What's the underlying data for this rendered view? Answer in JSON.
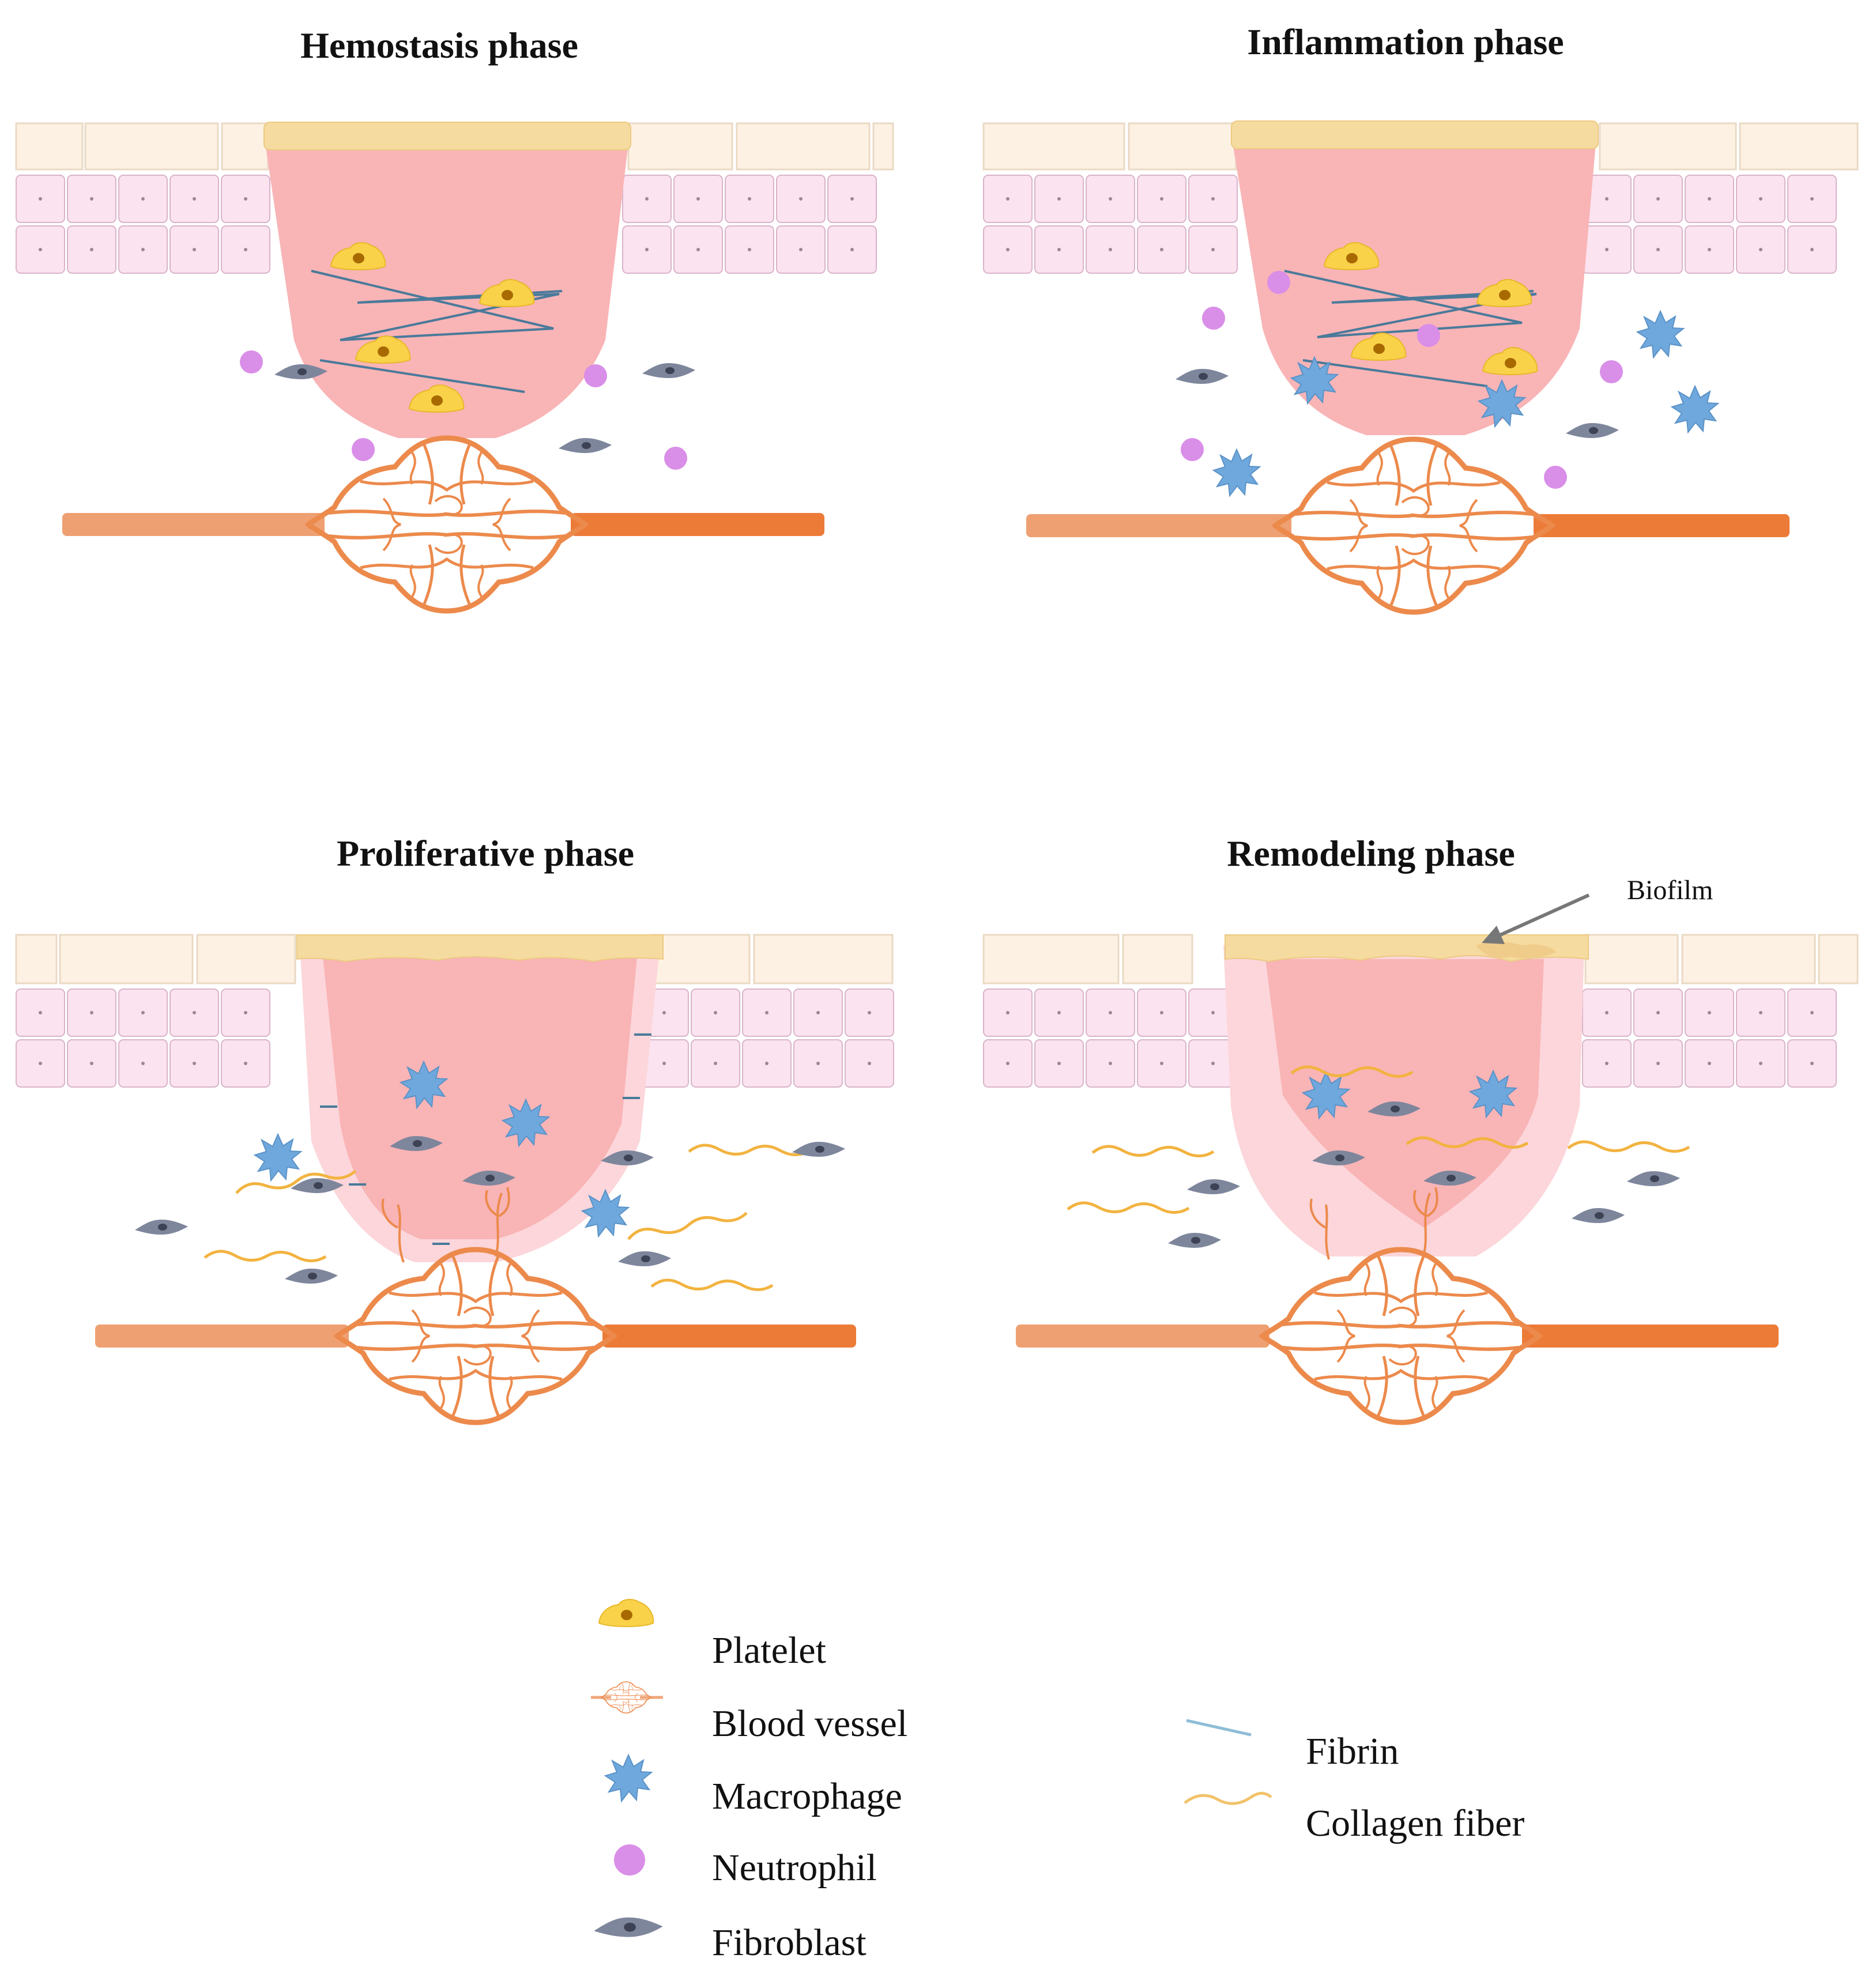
{
  "panels": [
    {
      "title": "Hemostasis phase"
    },
    {
      "title": "Inflammation phase"
    },
    {
      "title": "Proliferative phase"
    },
    {
      "title": "Remodeling phase",
      "annotation": "Biofilm"
    }
  ],
  "legend": {
    "platelet": "Platelet",
    "blood_vessel": "Blood vessel",
    "macrophage": "Macrophage",
    "neutrophil": "Neutrophil",
    "fibroblast": "Fibroblast",
    "fibrin": "Fibrin",
    "collagen_fiber": "Collagen fiber"
  },
  "colors": {
    "wound": "#f9b4b6",
    "wound_halo": "#fcd6da",
    "scab": "#f6dba0",
    "skin_top": "#fdf1e3",
    "skin_cells": "#fbe3ef",
    "vessel": "#ec8a4c",
    "platelet": "#f9d24a",
    "macrophage": "#6fa8dc",
    "neutrophil": "#d98ee8",
    "fibroblast": "#7e869c",
    "fibrin": "#4a7a9a",
    "collagen": "#f2b340"
  }
}
